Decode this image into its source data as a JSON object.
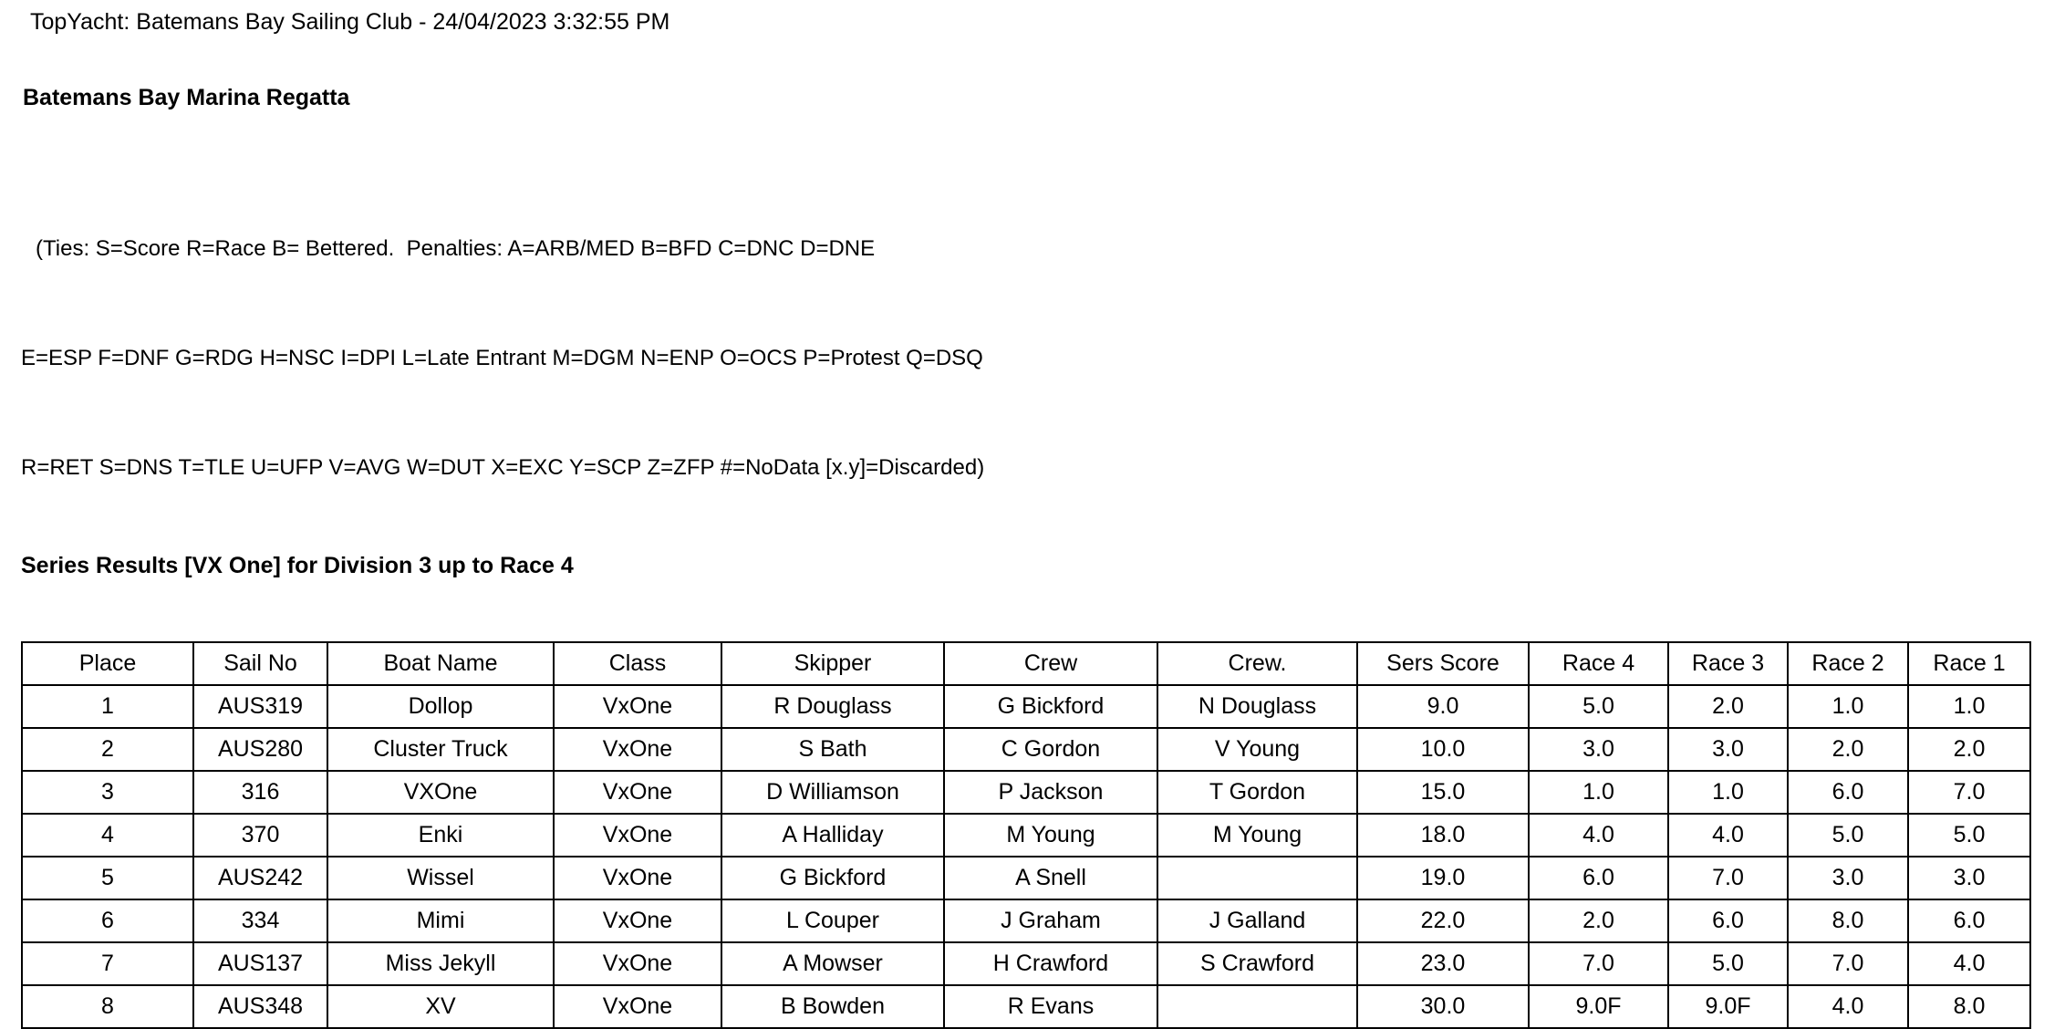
{
  "page": {
    "title": "TopYacht: Batemans Bay Sailing Club - 24/04/2023 3:32:55 PM",
    "regatta_name": "Batemans Bay Marina Regatta",
    "legend_lines": [
      "(Ties: S=Score R=Race B= Bettered.  Penalties: A=ARB/MED B=BFD C=DNC D=DNE",
      "E=ESP F=DNF G=RDG H=NSC I=DPI L=Late Entrant M=DGM N=ENP O=OCS P=Protest Q=DSQ",
      "R=RET S=DNS T=TLE U=UFP V=AVG W=DUT X=EXC Y=SCP Z=ZFP #=NoData [x.y]=Discarded)"
    ],
    "series_title": "Series Results [VX One] for Division 3 up to Race 4"
  },
  "results_table": {
    "columns": [
      "Place",
      "Sail No",
      "Boat Name",
      "Class",
      "Skipper",
      "Crew",
      "Crew.",
      "Sers Score",
      "Race 4",
      "Race 3",
      "Race 2",
      "Race 1"
    ],
    "rows": [
      [
        "1",
        "AUS319",
        "Dollop",
        "VxOne",
        "R Douglass",
        "G Bickford",
        "N Douglass",
        "9.0",
        "5.0",
        "2.0",
        "1.0",
        "1.0"
      ],
      [
        "2",
        "AUS280",
        "Cluster Truck",
        "VxOne",
        "S Bath",
        "C Gordon",
        "V Young",
        "10.0",
        "3.0",
        "3.0",
        "2.0",
        "2.0"
      ],
      [
        "3",
        "316",
        "VXOne",
        "VxOne",
        "D Williamson",
        "P Jackson",
        "T Gordon",
        "15.0",
        "1.0",
        "1.0",
        "6.0",
        "7.0"
      ],
      [
        "4",
        "370",
        "Enki",
        "VxOne",
        "A Halliday",
        "M Young",
        "M Young",
        "18.0",
        "4.0",
        "4.0",
        "5.0",
        "5.0"
      ],
      [
        "5",
        "AUS242",
        "Wissel",
        "VxOne",
        "G Bickford",
        "A Snell",
        "",
        "19.0",
        "6.0",
        "7.0",
        "3.0",
        "3.0"
      ],
      [
        "6",
        "334",
        "Mimi",
        "VxOne",
        "L Couper",
        "J Graham",
        "J Galland",
        "22.0",
        "2.0",
        "6.0",
        "8.0",
        "6.0"
      ],
      [
        "7",
        "AUS137",
        "Miss Jekyll",
        "VxOne",
        "A Mowser",
        "H Crawford",
        "S Crawford",
        "23.0",
        "7.0",
        "5.0",
        "7.0",
        "4.0"
      ],
      [
        "8",
        "AUS348",
        "XV",
        "VxOne",
        "B Bowden",
        "R Evans",
        "",
        "30.0",
        "9.0F",
        "9.0F",
        "4.0",
        "8.0"
      ]
    ]
  }
}
